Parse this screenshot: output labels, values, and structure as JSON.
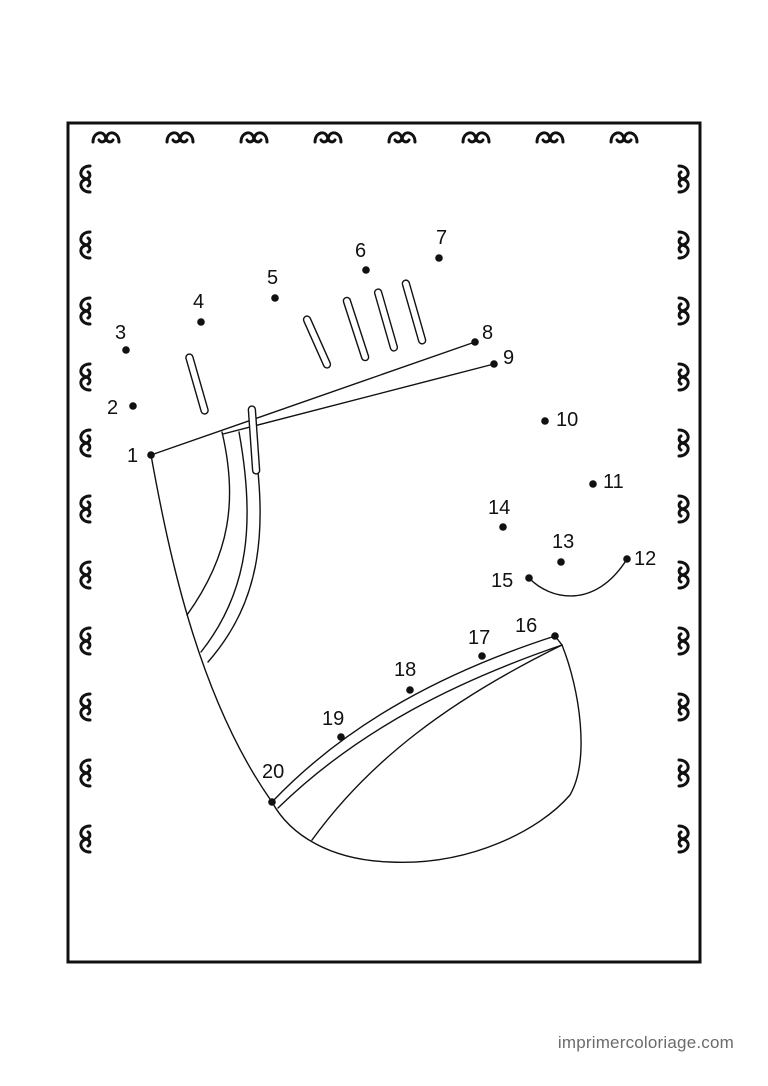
{
  "worksheet": {
    "points": [
      {
        "label": "1"
      },
      {
        "label": "2"
      },
      {
        "label": "3"
      },
      {
        "label": "4"
      },
      {
        "label": "5"
      },
      {
        "label": "6"
      },
      {
        "label": "7"
      },
      {
        "label": "8"
      },
      {
        "label": "9"
      },
      {
        "label": "10"
      },
      {
        "label": "11"
      },
      {
        "label": "12"
      },
      {
        "label": "13"
      },
      {
        "label": "14"
      },
      {
        "label": "15"
      },
      {
        "label": "16"
      },
      {
        "label": "17"
      },
      {
        "label": "18"
      },
      {
        "label": "19"
      },
      {
        "label": "20"
      }
    ]
  },
  "footer": {
    "site": "imprimercoloriage.com"
  }
}
